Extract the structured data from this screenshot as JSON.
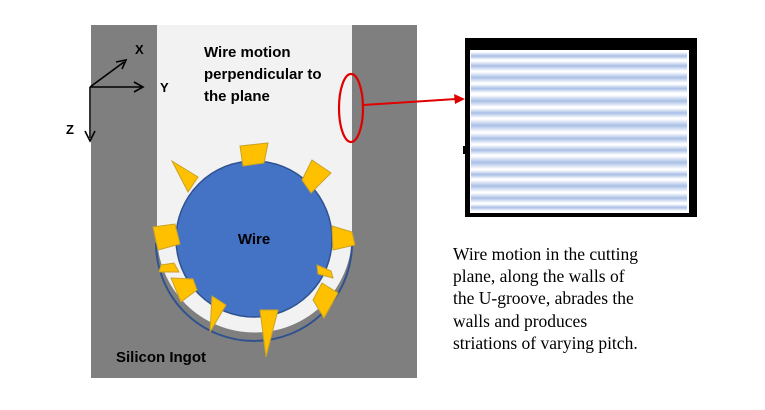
{
  "axes": {
    "x_label": "X",
    "y_label": "Y",
    "z_label": "Z"
  },
  "wire_motion_label": [
    "Wire motion",
    "perpendicular to",
    "the plane"
  ],
  "wire_label": "Wire",
  "ingot_label": "Silicon Ingot",
  "caption_lines": [
    "Wire motion in the cutting",
    "plane, along the walls of",
    "the U-groove, abrades the",
    "walls and produces",
    "striations of varying pitch."
  ],
  "icons": [
    "axes-icon",
    "ellipse-highlight-icon",
    "arrow-icon"
  ],
  "colors": {
    "ingot": "#7f7f7f",
    "groove": "#f2f2f2",
    "wire_fill": "#4472c4",
    "wire_stroke": "#2f528f",
    "abrasive_particles": "#ffc000",
    "highlight": "#e00000",
    "striation_light": "#ffffff",
    "striation_blue": "#9fb6e0",
    "panel_frame": "#000000"
  }
}
